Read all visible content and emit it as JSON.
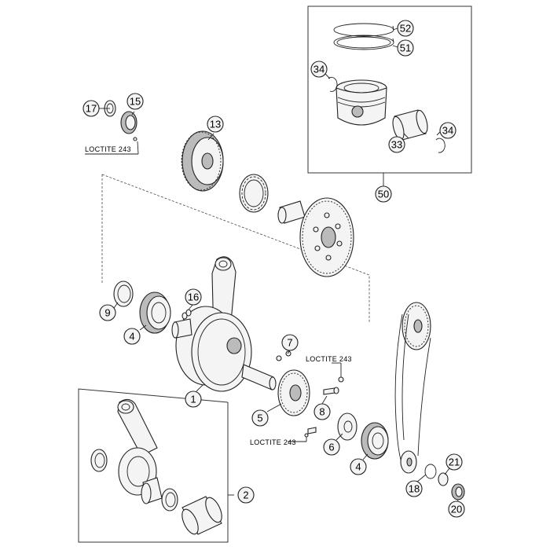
{
  "callouts": {
    "c52": "52",
    "c51": "51",
    "c34a": "34",
    "c34b": "34",
    "c33": "33",
    "c50": "50",
    "c17": "17",
    "c15": "15",
    "c13": "13",
    "c9": "9",
    "c4a": "4",
    "c16": "16",
    "c1": "1",
    "c7": "7",
    "c5": "5",
    "c8": "8",
    "c6": "6",
    "c4b": "4",
    "c2": "2",
    "c18": "18",
    "c21": "21",
    "c20": "20"
  },
  "loctite": {
    "l1": "LOCTITE 243",
    "l2": "LOCTITE 243",
    "l3": "LOCTITE 243"
  }
}
